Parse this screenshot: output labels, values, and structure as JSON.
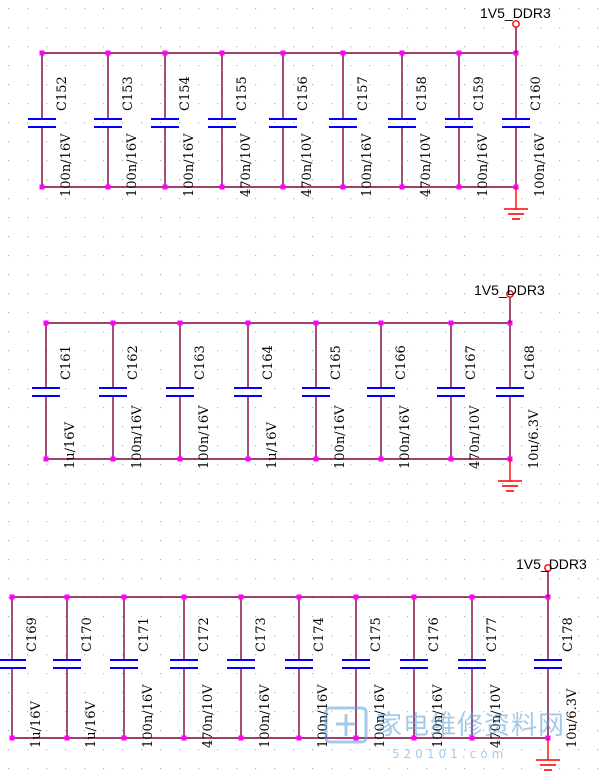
{
  "colors": {
    "wire": "#800040",
    "cap": "#0000ff",
    "power": "#ff0000",
    "ground": "#ff0000",
    "junction": "#ff00ff",
    "text": "#000000",
    "grid": "#b0b0b0",
    "watermark": "#5aa0d8"
  },
  "banks": [
    {
      "net": "1V5_DDR3",
      "caps": [
        {
          "ref": "C152",
          "value": "100n/16V"
        },
        {
          "ref": "C153",
          "value": "100n/16V"
        },
        {
          "ref": "C154",
          "value": "100n/16V"
        },
        {
          "ref": "C155",
          "value": "470n/10V"
        },
        {
          "ref": "C156",
          "value": "470n/10V"
        },
        {
          "ref": "C157",
          "value": "100n/16V"
        },
        {
          "ref": "C158",
          "value": "470n/10V"
        },
        {
          "ref": "C159",
          "value": "100n/16V"
        },
        {
          "ref": "C160",
          "value": "100n/16V"
        }
      ]
    },
    {
      "net": "1V5_DDR3",
      "caps": [
        {
          "ref": "C161",
          "value": "1u/16V"
        },
        {
          "ref": "C162",
          "value": "100n/16V"
        },
        {
          "ref": "C163",
          "value": "100n/16V"
        },
        {
          "ref": "C164",
          "value": "1u/16V"
        },
        {
          "ref": "C165",
          "value": "100n/16V"
        },
        {
          "ref": "C166",
          "value": "100n/16V"
        },
        {
          "ref": "C167",
          "value": "470n/10V"
        },
        {
          "ref": "C168",
          "value": "10u/6.3V"
        }
      ]
    },
    {
      "net": "1V5_DDR3",
      "caps": [
        {
          "ref": "C169",
          "value": "1u/16V"
        },
        {
          "ref": "C170",
          "value": "1u/16V"
        },
        {
          "ref": "C171",
          "value": "100n/16V"
        },
        {
          "ref": "C172",
          "value": "470n/10V"
        },
        {
          "ref": "C173",
          "value": "100n/16V"
        },
        {
          "ref": "C174",
          "value": "100n/16V"
        },
        {
          "ref": "C175",
          "value": "100n/16V"
        },
        {
          "ref": "C176",
          "value": "100n/16V"
        },
        {
          "ref": "C177",
          "value": "470n/10V"
        },
        {
          "ref": "C178",
          "value": "10u/6.3V"
        }
      ]
    }
  ],
  "watermark": {
    "site": "家电维修资料网",
    "url": "520101.com"
  }
}
